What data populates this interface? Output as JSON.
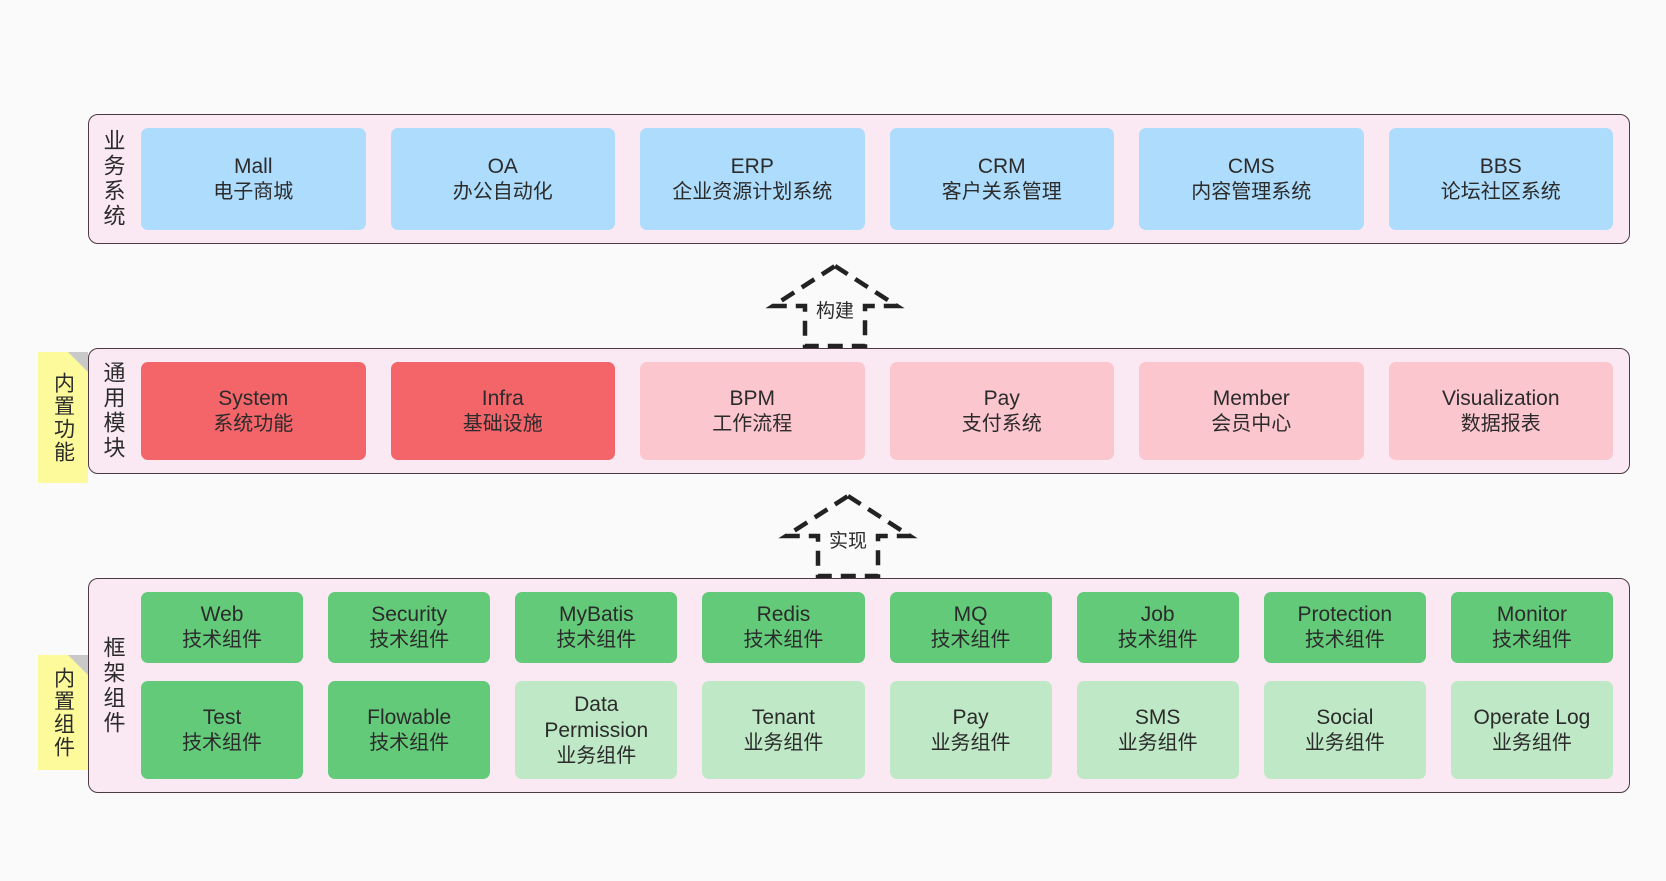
{
  "diagram": {
    "background_color": "#fafafa",
    "panel_color": "#fae9f3",
    "panel_border_color": "#4c3a44"
  },
  "layers": [
    {
      "id": "business",
      "title": "业务系统",
      "rows": [
        {
          "cards": [
            {
              "en": "Mall",
              "cn": "电子商城",
              "color": "#aedcfc",
              "style": "c-blue"
            },
            {
              "en": "OA",
              "cn": "办公自动化",
              "color": "#aedcfc",
              "style": "c-blue"
            },
            {
              "en": "ERP",
              "cn": "企业资源计划系统",
              "color": "#aedcfc",
              "style": "c-blue"
            },
            {
              "en": "CRM",
              "cn": "客户关系管理",
              "color": "#aedcfc",
              "style": "c-blue"
            },
            {
              "en": "CMS",
              "cn": "内容管理系统",
              "color": "#aedcfc",
              "style": "c-blue"
            },
            {
              "en": "BBS",
              "cn": "论坛社区系统",
              "color": "#aedcfc",
              "style": "c-blue"
            }
          ]
        }
      ]
    },
    {
      "id": "common",
      "title": "通用模块",
      "note": "内置功能",
      "rows": [
        {
          "cards": [
            {
              "en": "System",
              "cn": "系统功能",
              "color": "#f4656a",
              "style": "c-red"
            },
            {
              "en": "Infra",
              "cn": "基础设施",
              "color": "#f4656a",
              "style": "c-red"
            },
            {
              "en": "BPM",
              "cn": "工作流程",
              "color": "#fcc6cf",
              "style": "c-pink"
            },
            {
              "en": "Pay",
              "cn": "支付系统",
              "color": "#fcc6cf",
              "style": "c-pink"
            },
            {
              "en": "Member",
              "cn": "会员中心",
              "color": "#fcc6cf",
              "style": "c-pink"
            },
            {
              "en": "Visualization",
              "cn": "数据报表",
              "color": "#fcc6cf",
              "style": "c-pink"
            }
          ]
        }
      ]
    },
    {
      "id": "framework",
      "title": "框架组件",
      "note": "内置组件",
      "rows": [
        {
          "cards": [
            {
              "en": "Web",
              "cn": "技术组件",
              "color": "#63ca79",
              "style": "c-green"
            },
            {
              "en": "Security",
              "cn": "技术组件",
              "color": "#63ca79",
              "style": "c-green"
            },
            {
              "en": "MyBatis",
              "cn": "技术组件",
              "color": "#63ca79",
              "style": "c-green"
            },
            {
              "en": "Redis",
              "cn": "技术组件",
              "color": "#63ca79",
              "style": "c-green"
            },
            {
              "en": "MQ",
              "cn": "技术组件",
              "color": "#63ca79",
              "style": "c-green"
            },
            {
              "en": "Job",
              "cn": "技术组件",
              "color": "#63ca79",
              "style": "c-green"
            },
            {
              "en": "Protection",
              "cn": "技术组件",
              "color": "#63ca79",
              "style": "c-green"
            },
            {
              "en": "Monitor",
              "cn": "技术组件",
              "color": "#63ca79",
              "style": "c-green"
            }
          ]
        },
        {
          "cards": [
            {
              "en": "Test",
              "cn": "技术组件",
              "color": "#63ca79",
              "style": "c-green"
            },
            {
              "en": "Flowable",
              "cn": "技术组件",
              "color": "#63ca79",
              "style": "c-green"
            },
            {
              "en": "Data Permission",
              "cn": "业务组件",
              "color": "#bfe9c6",
              "style": "c-lightgreen"
            },
            {
              "en": "Tenant",
              "cn": "业务组件",
              "color": "#bfe9c6",
              "style": "c-lightgreen"
            },
            {
              "en": "Pay",
              "cn": "业务组件",
              "color": "#bfe9c6",
              "style": "c-lightgreen"
            },
            {
              "en": "SMS",
              "cn": "业务组件",
              "color": "#bfe9c6",
              "style": "c-lightgreen"
            },
            {
              "en": "Social",
              "cn": "业务组件",
              "color": "#bfe9c6",
              "style": "c-lightgreen"
            },
            {
              "en": "Operate Log",
              "cn": "业务组件",
              "color": "#bfe9c6",
              "style": "c-lightgreen"
            }
          ]
        }
      ]
    }
  ],
  "connectors": [
    {
      "id": "build",
      "label": "构建",
      "from": "common",
      "to": "business"
    },
    {
      "id": "implement",
      "label": "实现",
      "from": "framework",
      "to": "common"
    }
  ]
}
